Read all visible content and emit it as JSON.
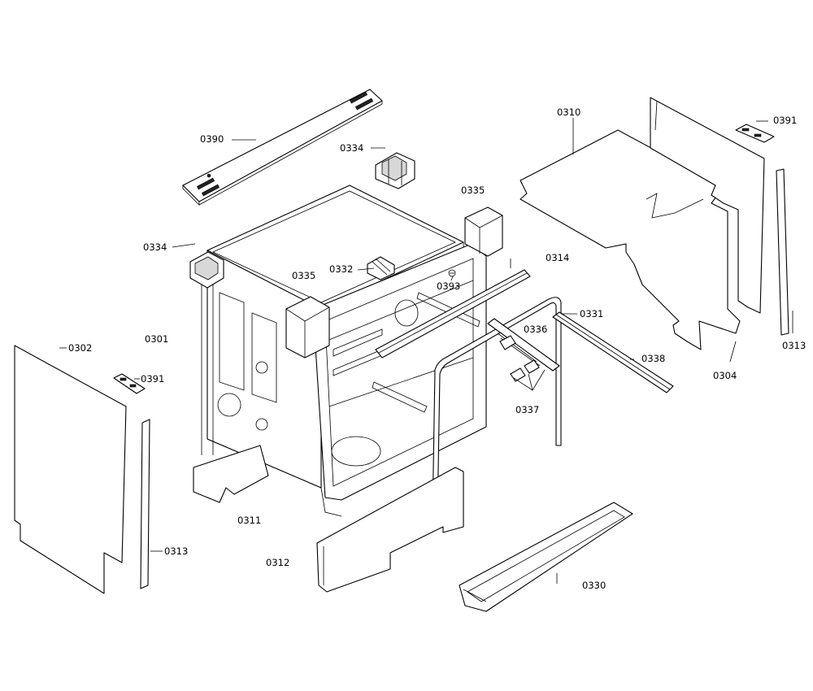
{
  "labels": {
    "p0390": "0390",
    "p0334a": "0334",
    "p0334b": "0334",
    "p0335a": "0335",
    "p0335b": "0335",
    "p0332": "0332",
    "p0393": "0393",
    "p0314": "0314",
    "p0310": "0310",
    "p0391a": "0391",
    "p0391b": "0391",
    "p0313a": "0313",
    "p0313b": "0313",
    "p0331": "0331",
    "p0336": "0336",
    "p0338": "0338",
    "p0337": "0337",
    "p0304": "0304",
    "p0301": "0301",
    "p0302": "0302",
    "p0311": "0311",
    "p0312": "0312",
    "p0330": "0330"
  }
}
